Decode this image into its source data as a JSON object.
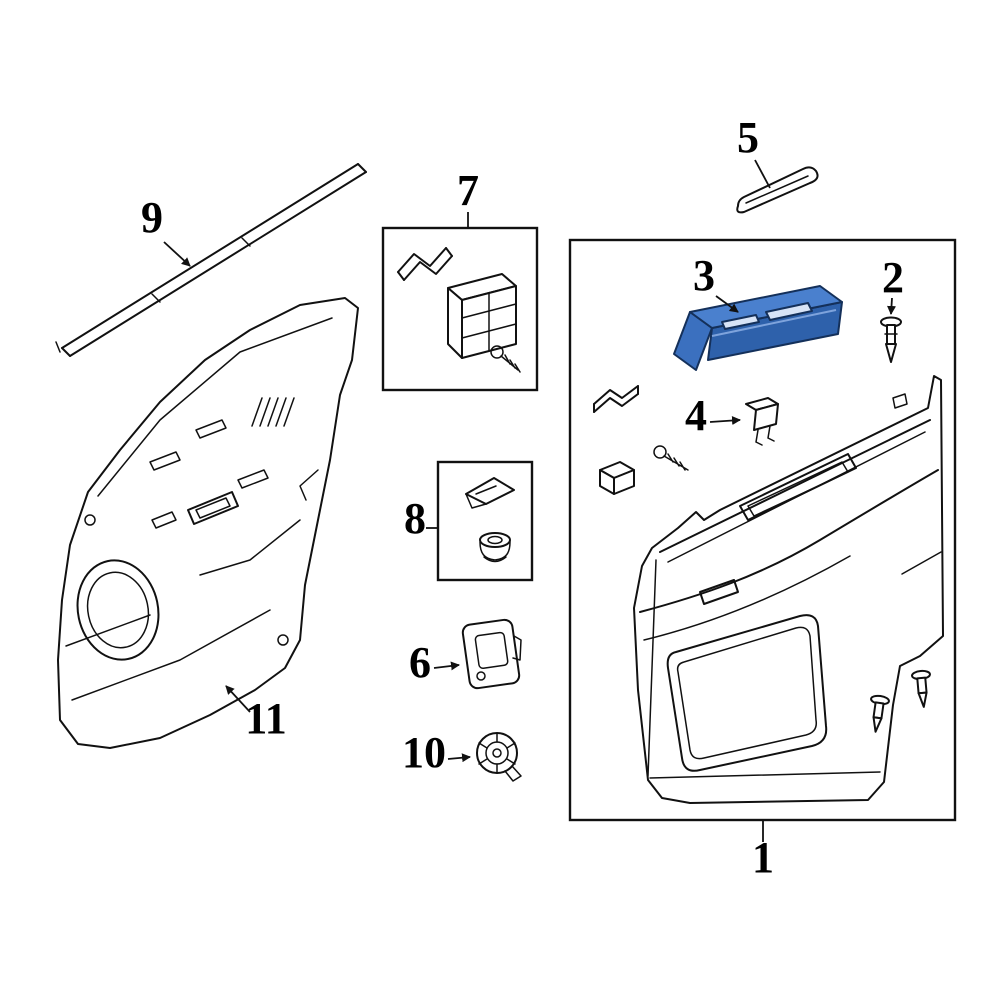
{
  "figure": {
    "type": "exploded-parts-diagram",
    "subject": "front-door-interior-trim-panel",
    "background": "#ffffff",
    "line_color": "#111111",
    "highlight": {
      "part": "3",
      "top_fill": "#4a80ce",
      "front_fill": "#2e61ab",
      "side_fill": "#3b70bf",
      "cutout_fill": "#d7e3f6",
      "outline": "#14305a"
    },
    "callouts": {
      "1": {
        "label": "1"
      },
      "2": {
        "label": "2"
      },
      "3": {
        "label": "3"
      },
      "4": {
        "label": "4"
      },
      "5": {
        "label": "5"
      },
      "6": {
        "label": "6"
      },
      "7": {
        "label": "7"
      },
      "8": {
        "label": "8"
      },
      "9": {
        "label": "9"
      },
      "10": {
        "label": "10"
      },
      "11": {
        "label": "11"
      }
    }
  }
}
